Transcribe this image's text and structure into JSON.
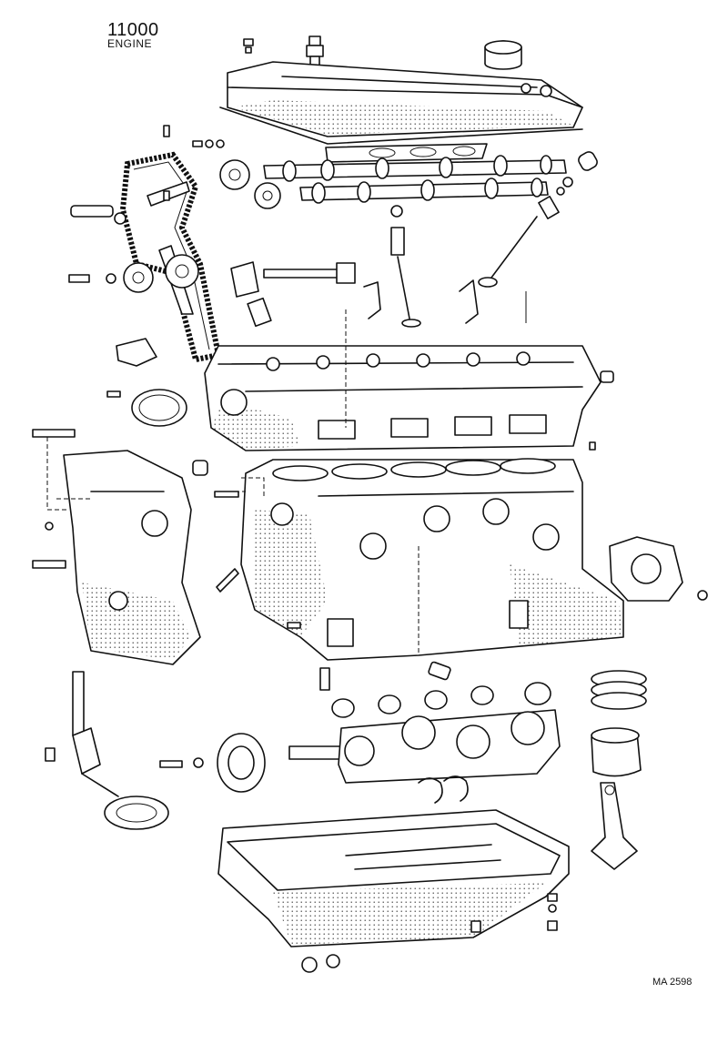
{
  "header": {
    "part_code": "11000",
    "group_name": "ENGINE"
  },
  "footer": {
    "drawing_ref": "MA 2598"
  }
}
